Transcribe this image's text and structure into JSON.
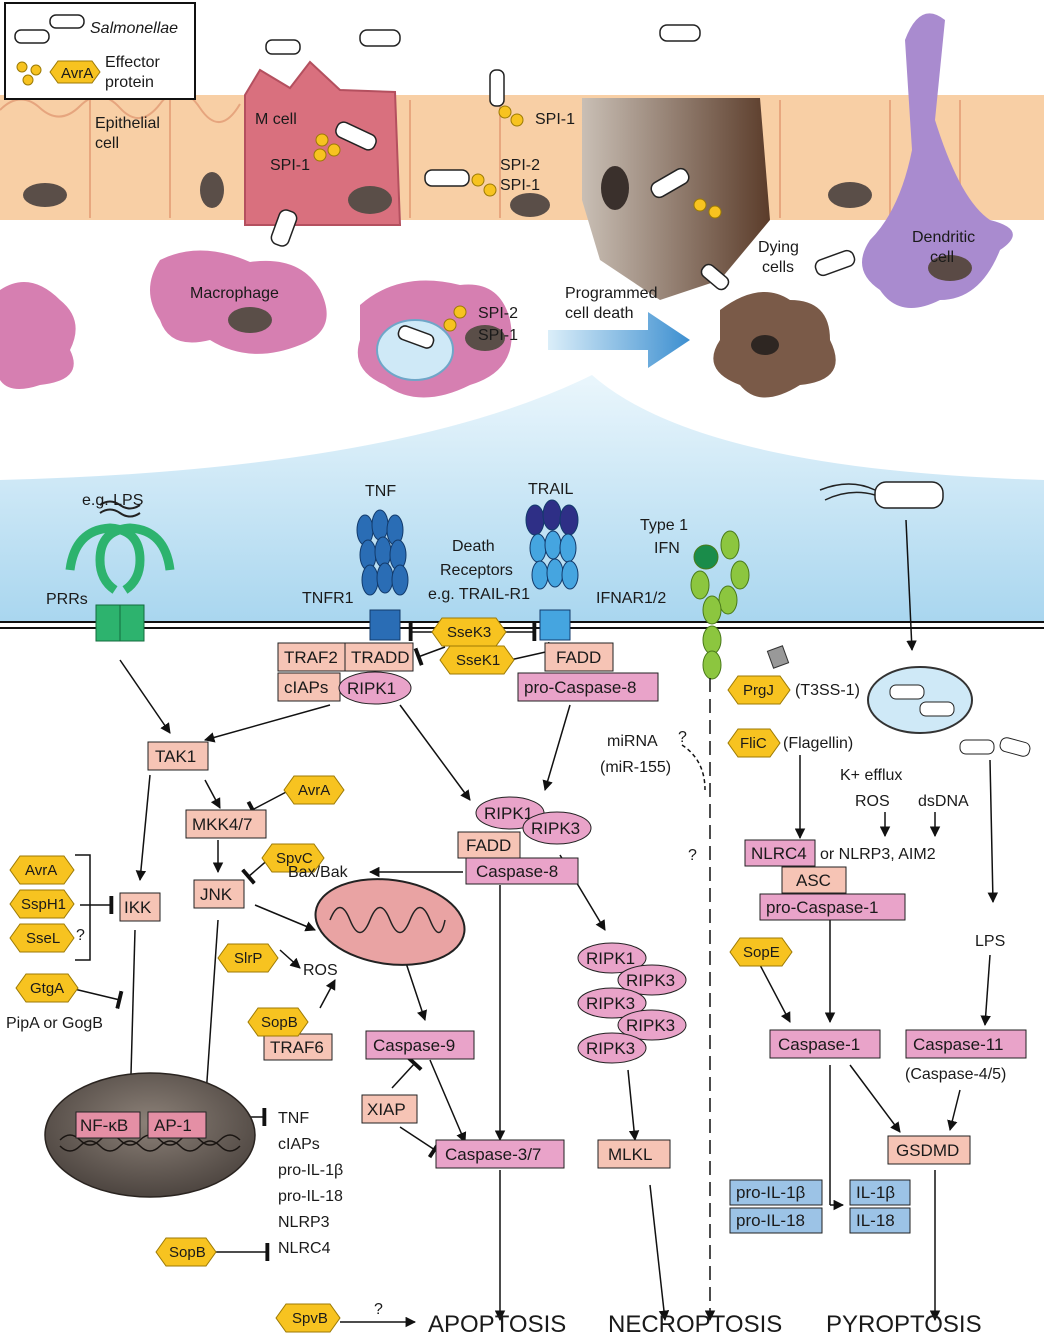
{
  "legend": {
    "salmonellae": "Salmonellae",
    "effector_tag": "AvrA",
    "effector_desc_1": "Effector",
    "effector_desc_2": "protein"
  },
  "top": {
    "epithelial_1": "Epithelial",
    "epithelial_2": "cell",
    "m_cell": "M cell",
    "spi1_a": "SPI-1",
    "spi1_b": "SPI-1",
    "spi2_a": "SPI-2",
    "spi1_c": "SPI-1",
    "macrophage": "Macrophage",
    "spi2_b": "SPI-2",
    "spi1_d": "SPI-1",
    "pcd_1": "Programmed",
    "pcd_2": "cell death",
    "dying_1": "Dying",
    "dying_2": "cells",
    "dendritic_1": "Dendritic",
    "dendritic_2": "cell"
  },
  "receptors": {
    "lps": "e.g. LPS",
    "prrs": "PRRs",
    "tnf": "TNF",
    "tnfr1": "TNFR1",
    "trail": "TRAIL",
    "death_1": "Death",
    "death_2": "Receptors",
    "death_3": "e.g. TRAIL-R1",
    "type1_1": "Type 1",
    "type1_2": "IFN",
    "ifnar": "IFNAR1/2"
  },
  "boxes": {
    "traf2": "TRAF2",
    "tradd": "TRADD",
    "ciaps": "cIAPs",
    "ripk1": "RIPK1",
    "fadd": "FADD",
    "procasp8": "pro-Caspase-8",
    "tak1": "TAK1",
    "mkk47": "MKK4/7",
    "jnk": "JNK",
    "ikk": "IKK",
    "ripk1b": "RIPK1",
    "ripk3b": "RIPK3",
    "faddb": "FADD",
    "casp8": "Caspase-8",
    "ripk1c": "RIPK1",
    "ripk3c": "RIPK3",
    "ripk3d": "RIPK3",
    "ripk3e": "RIPK3",
    "ripk3f": "RIPK3",
    "traf6": "TRAF6",
    "casp9": "Caspase-9",
    "xiap": "XIAP",
    "casp37": "Caspase-3/7",
    "mlkl": "MLKL",
    "nfkb": "NF-κB",
    "ap1": "AP-1",
    "nlrc4": "NLRC4",
    "asc": "ASC",
    "procasp1": "pro-Caspase-1",
    "casp1": "Caspase-1",
    "casp11": "Caspase-11",
    "gsdmd": "GSDMD",
    "proil1b": "pro-IL-1β",
    "proil18": "pro-IL-18",
    "il1b": "IL-1β",
    "il18": "IL-18"
  },
  "effectors": {
    "ssek3": "SseK3",
    "ssek1": "SseK1",
    "avra1": "AvrA",
    "avra2": "AvrA",
    "spvc": "SpvC",
    "ssph1": "SspH1",
    "ssel": "SseL",
    "slrp": "SlrP",
    "sopb1": "SopB",
    "gtga": "GtgA",
    "sopb2": "SopB",
    "spvb": "SpvB",
    "prgj": "PrgJ",
    "flic": "FliC",
    "sope": "SopE"
  },
  "texts": {
    "baxbak": "Bax/Bak",
    "ros": "ROS",
    "pipa": "PipA or GogB",
    "mirna": "miRNA",
    "mir155": "(miR-155)",
    "q1": "?",
    "q2": "?",
    "q3": "?",
    "q4": "?",
    "t3ss": "(T3SS-1)",
    "flagellin": "(Flagellin)",
    "kefflux": "K+ efflux",
    "ros2": "ROS",
    "dsdna": "dsDNA",
    "nlrp3": "or NLRP3, AIM2",
    "lps2": "LPS",
    "casp45": "(Caspase-4/5)",
    "targets": [
      "TNF",
      "cIAPs",
      "pro-IL-1β",
      "pro-IL-18",
      "NLRP3",
      "NLRC4"
    ],
    "apoptosis": "APOPTOSIS",
    "necroptosis": "NECROPTOSIS",
    "pyroptosis": "PYROPTOSIS"
  },
  "colors": {
    "membrane_blue": "#bfe2f5",
    "tissue": "#f8cfa5",
    "m_cell": "#d9707e",
    "macrophage": "#d67fb1",
    "dendritic": "#a98bcf",
    "salmon_box": "#f6c4b5",
    "pink_box": "#e9a3c9",
    "effector": "#f7c320",
    "blue_box": "#9cc3e6",
    "prr_green": "#2db36e",
    "ifnar_green": "#8cc63f",
    "tnfr_blue": "#2a6db5"
  }
}
